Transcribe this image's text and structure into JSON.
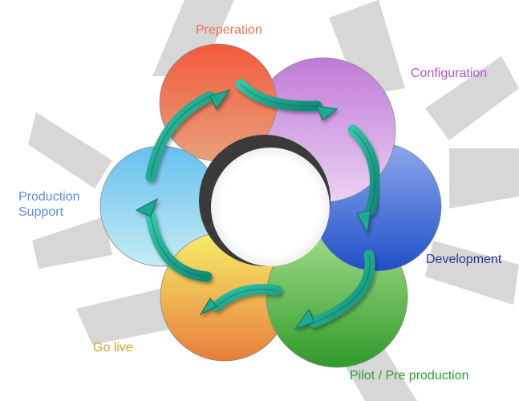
{
  "phases": [
    {
      "key": "preparation",
      "label": "Preperation",
      "color": "#f07055",
      "top": "#f25a3c",
      "bottom": "#e8a07a"
    },
    {
      "key": "configuration",
      "label": "Configuration",
      "color": "#b455d8",
      "top": "#c07ad8",
      "bottom": "#ead2f2"
    },
    {
      "key": "development",
      "label": "Development",
      "color": "#1f3a8a",
      "top": "#8ea8ec",
      "bottom": "#1f4fc8"
    },
    {
      "key": "pilot",
      "label": "Pilot / Pre production",
      "color": "#2f9e2f",
      "top": "#a6e08c",
      "bottom": "#2f9a2a"
    },
    {
      "key": "go-live",
      "label": "Go live",
      "color": "#e0a020",
      "top": "#f7ee6a",
      "bottom": "#e87e3a"
    },
    {
      "key": "production-support",
      "label_lines": [
        "Production",
        "Support"
      ],
      "color": "#5a8ee0",
      "top": "#64c0ee",
      "bottom": "#c6ecf4"
    }
  ],
  "colors": {
    "background_star": "#d7d7d7",
    "arrow": "#1faa92",
    "arrow_dark": "#0e6f60",
    "center": "#ffffff"
  }
}
